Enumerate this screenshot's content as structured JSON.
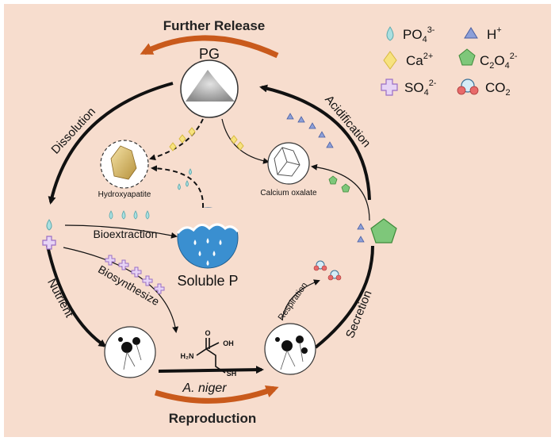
{
  "colors": {
    "background": "#f7ddce",
    "orange_arrow": "#c95a1c",
    "phosphate": "#a9dfe0",
    "calcium": "#f7e27f",
    "oxalate": "#7ec77a",
    "hydrogen": "#8c9fd8",
    "sulfate": "#c9a6e6",
    "soluble_p_blue": "#3a8fd0"
  },
  "legend": [
    {
      "icon": "phosphate-drop-icon",
      "label_main": "PO",
      "sub": "4",
      "sup": "3-"
    },
    {
      "icon": "hydrogen-triangle-icon",
      "label_main": "H",
      "sup": "+"
    },
    {
      "icon": "calcium-diamond-icon",
      "label_main": "Ca",
      "sup": "2+"
    },
    {
      "icon": "oxalate-pentagon-icon",
      "label_main": "C",
      "sub": "2",
      "label_mid": "O",
      "sub2": "4",
      "sup": "2-"
    },
    {
      "icon": "sulfate-cross-icon",
      "label_main": "SO",
      "sub": "4",
      "sup": "2-"
    },
    {
      "icon": "co2-circles-icon",
      "label_main": "CO",
      "sub": "2"
    }
  ],
  "labels": {
    "further_release": "Further Release",
    "pg": "PG",
    "dissolution": "Dissolution",
    "acidification": "Acidification",
    "hydroxyapatite": "Hydroxyapatite",
    "calcium_oxalate": "Calcium oxalate",
    "bioextraction": "Bioextraction",
    "soluble_p": "Soluble P",
    "biosynthesize": "Biosynthesize",
    "nutrient": "Nutrient",
    "respiration": "Respiration",
    "secretion": "Secretion",
    "a_niger": "A. niger",
    "reproduction": "Reproduction",
    "oh": "OH",
    "h2n": "H₂N",
    "sh": "SH",
    "o": "O"
  }
}
